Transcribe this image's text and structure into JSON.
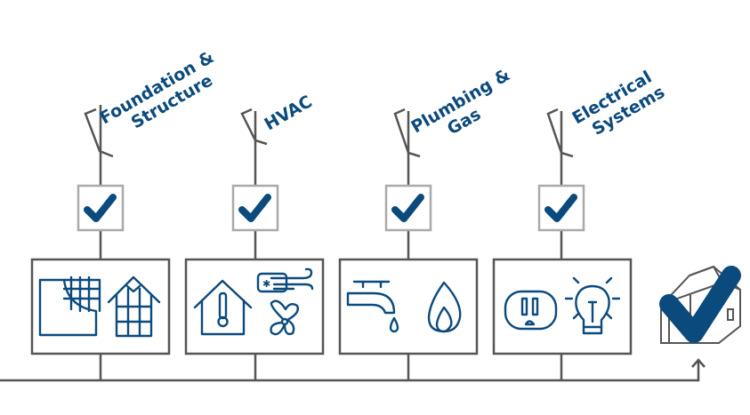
{
  "steps": [
    {
      "line1": "Foundation &",
      "line2": "Structure",
      "icons": [
        "foundation-grid-icon",
        "house-frame-icon"
      ],
      "checked": true
    },
    {
      "line1": "HVAC",
      "line2": "",
      "icons": [
        "house-thermometer-icon",
        "air-conditioner-icon",
        "fan-icon"
      ],
      "checked": true
    },
    {
      "line1": "Plumbing &",
      "line2": "Gas",
      "icons": [
        "faucet-icon",
        "gas-flame-icon"
      ],
      "checked": true
    },
    {
      "line1": "Electrical",
      "line2": "Systems",
      "icons": [
        "outlet-icon",
        "light-bulb-icon"
      ],
      "checked": true
    }
  ],
  "final": {
    "icon": "house-checkmark-icon",
    "checked": true
  },
  "colors": {
    "accent": "#0b4a7d",
    "line": "#555555",
    "checkbox_border": "#aaaaaa"
  }
}
